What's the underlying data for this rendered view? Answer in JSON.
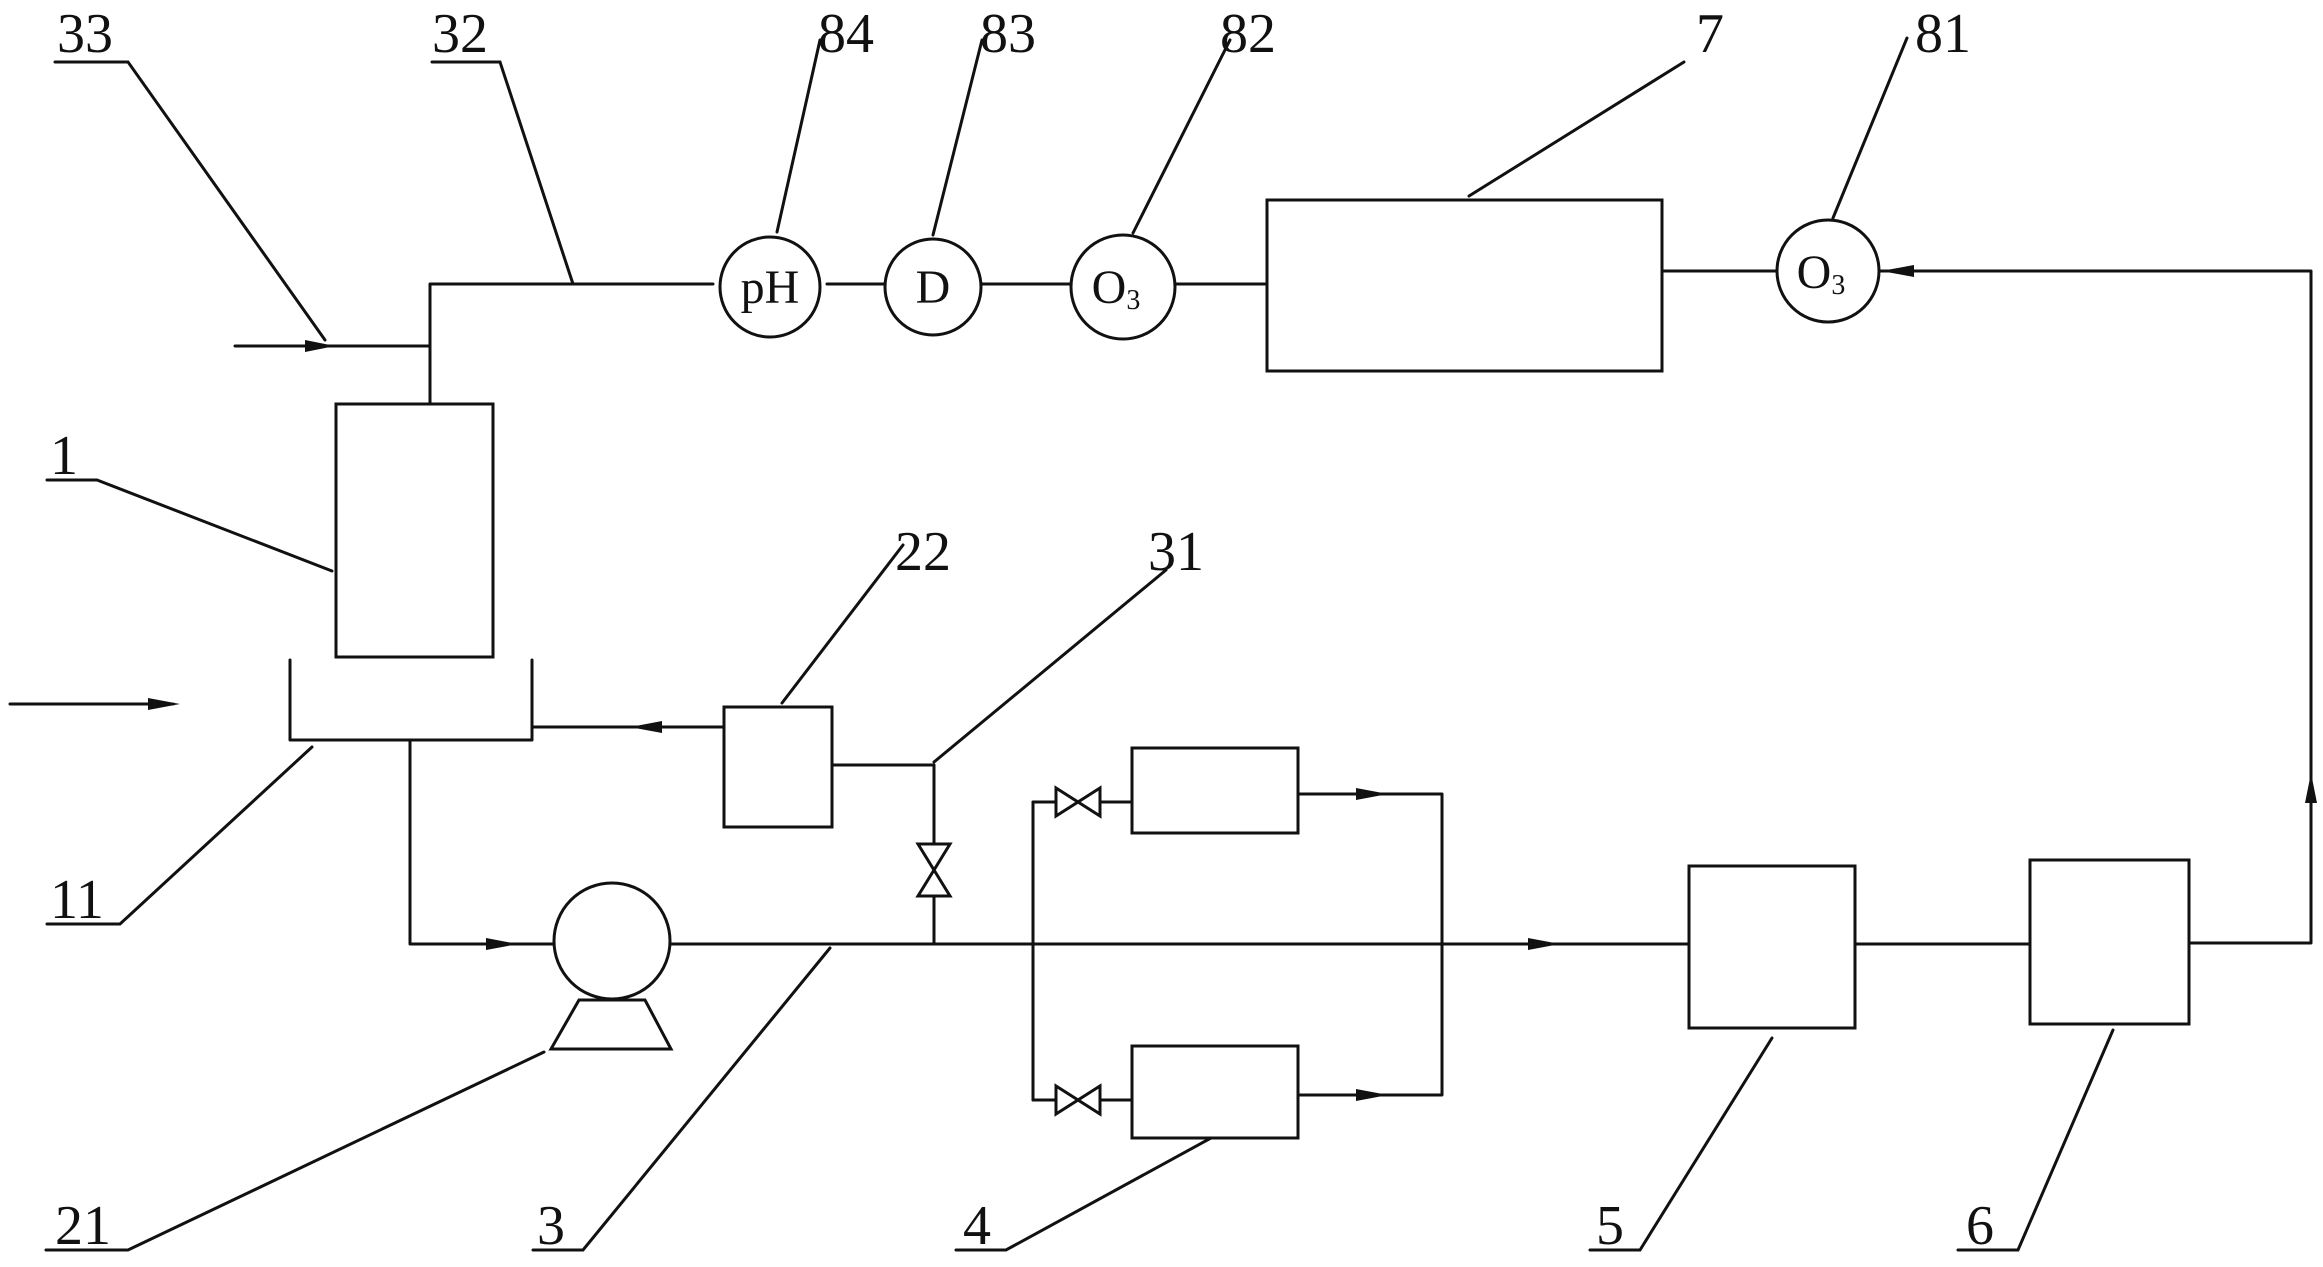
{
  "labels": {
    "l33": "33",
    "l32": "32",
    "l84": "84",
    "l83": "83",
    "l82": "82",
    "l7": "7",
    "l81": "81",
    "l1": "1",
    "l22": "22",
    "l31": "31",
    "l11": "11",
    "l21": "21",
    "l3": "3",
    "l4": "4",
    "l5": "5",
    "l6": "6"
  },
  "instruments": {
    "ph": "pH",
    "d": "D",
    "o3_82_main": "O",
    "o3_82_sub": "3",
    "o3_81_main": "O",
    "o3_81_sub": "3"
  }
}
